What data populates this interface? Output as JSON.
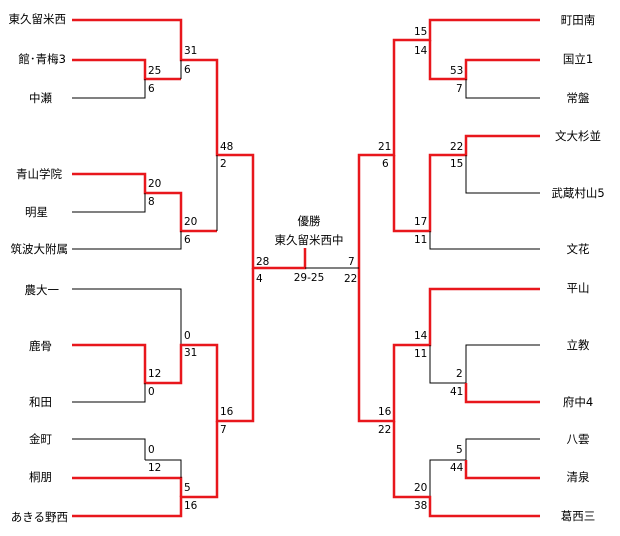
{
  "tournament": {
    "final": {
      "title": "優勝",
      "winner": "東久留米西中",
      "score": "29-25",
      "left_score": "28",
      "right_score": "7",
      "left_score_b": "4",
      "right_score_b": "22"
    },
    "teams_left": [
      "東久留米西",
      "館･青梅3",
      "中瀬",
      "青山学院",
      "明星",
      "筑波大附属",
      "農大一",
      "鹿骨",
      "和田",
      "金町",
      "桐朋",
      "あきる野西"
    ],
    "teams_right": [
      "町田南",
      "国立1",
      "常盤",
      "文大杉並",
      "武蔵村山5",
      "文花",
      "平山",
      "立教",
      "府中4",
      "八雲",
      "清泉",
      "葛西三"
    ],
    "scores": {
      "l_r2_a": [
        "31",
        "6"
      ],
      "l_r1_a": [
        "25",
        "6"
      ],
      "l_r3_a": [
        "48",
        "2"
      ],
      "l_r1_b": [
        "20",
        "8"
      ],
      "l_r2_b": [
        "20",
        "6"
      ],
      "l_r1_c": [
        "12",
        "0"
      ],
      "l_r2_c": [
        "0",
        "31"
      ],
      "l_r3_b": [
        "16",
        "7"
      ],
      "l_r1_d": [
        "0",
        "12"
      ],
      "l_r2_d": [
        "5",
        "16"
      ],
      "r_r2_a": [
        "15",
        "14"
      ],
      "r_r1_a": [
        "53",
        "7"
      ],
      "r_r3_a": [
        "21",
        "6"
      ],
      "r_r1_b": [
        "22",
        "15"
      ],
      "r_r2_b": [
        "17",
        "11"
      ],
      "r_r2_c": [
        "14",
        "11"
      ],
      "r_r1_c": [
        "2",
        "41"
      ],
      "r_r3_b": [
        "16",
        "22"
      ],
      "r_r1_d": [
        "5",
        "44"
      ],
      "r_r2_d": [
        "20",
        "38"
      ]
    },
    "colors": {
      "winner_line": "#e8171c",
      "normal_line": "#000000"
    }
  }
}
